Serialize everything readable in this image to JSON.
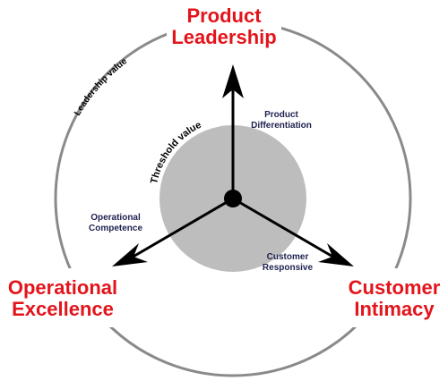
{
  "labels": {
    "product_leadership": [
      "Product",
      "Leadership"
    ],
    "operational_excellence": [
      "Operational",
      "Excellence"
    ],
    "customer_intimacy": [
      "Customer",
      "Intimacy"
    ],
    "product_differentiation": [
      "Product",
      "Differentiation"
    ],
    "operational_competence": [
      "Operational",
      "Competence"
    ],
    "customer_responsive": [
      "Customer",
      "Responsive"
    ],
    "leadership_value": "Leadership value",
    "threshold_value": "Threshold value"
  },
  "colors": {
    "accent": "#e3141b",
    "small_text": "#1f2150",
    "outer_ring": "#8a8a8a",
    "threshold_fill": "#bdbdbd",
    "axis": "#000000"
  }
}
